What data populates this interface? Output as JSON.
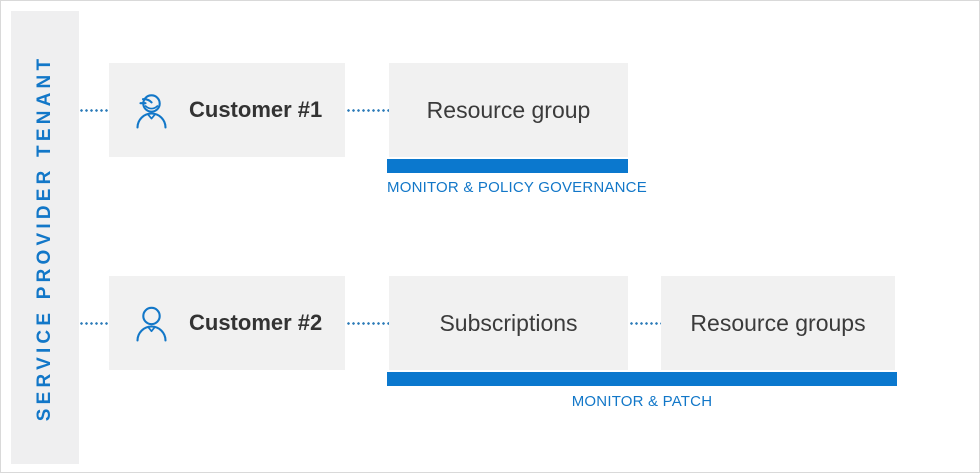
{
  "diagram": {
    "tenant_band": {
      "label": "SERVICE PROVIDER TENANT"
    },
    "nodes": [
      {
        "id": "customer-1",
        "label": "Customer #1",
        "icon": "support-agent-person-icon"
      },
      {
        "id": "resource-group",
        "label": "Resource group",
        "icon": ""
      },
      {
        "id": "customer-2",
        "label": "Customer #2",
        "icon": "person-icon"
      },
      {
        "id": "subscriptions",
        "label": "Subscriptions",
        "icon": ""
      },
      {
        "id": "resource-groups",
        "label": "Resource groups",
        "icon": ""
      }
    ],
    "scopes": [
      {
        "id": "scope-top",
        "caption": "MONITOR & POLICY GOVERNANCE"
      },
      {
        "id": "scope-bottom",
        "caption": "MONITOR & PATCH"
      }
    ],
    "colors": {
      "accent_blue": "#0b78ce",
      "caption_blue": "#1277c8",
      "band_blue": "#1277c8",
      "box_gray": "#f1f1f1",
      "band_gray": "#efeff0",
      "text_dark": "#333333"
    }
  }
}
